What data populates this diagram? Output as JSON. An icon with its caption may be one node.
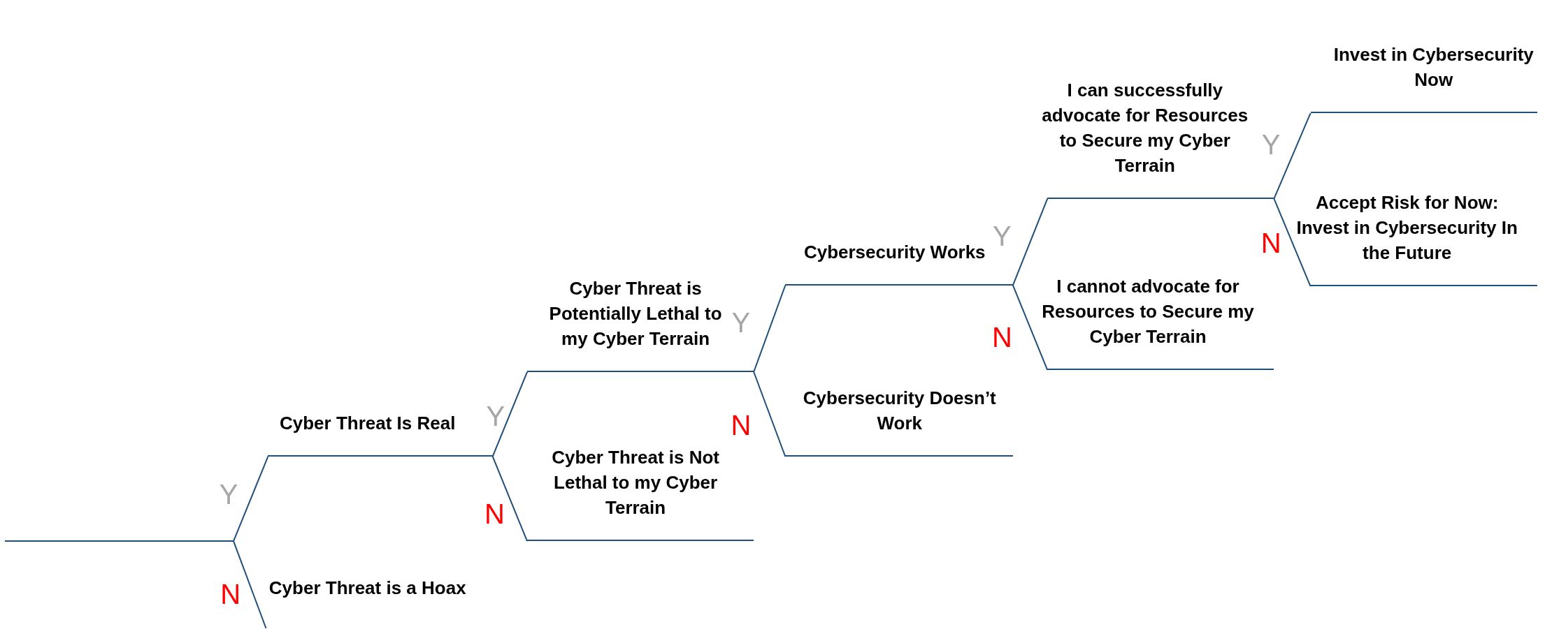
{
  "diagram": {
    "nodes": [
      {
        "text": [],
        "shape": "bar"
      },
      {
        "text": [
          "Cyber Threat Is Real"
        ]
      },
      {
        "text": [
          "Cyber Threat is a Hoax"
        ]
      },
      {
        "text": [
          "Cyber Threat is Potentially Lethal to my Cyber Terrain"
        ]
      },
      {
        "text": [
          "Cyber Threat is Not Lethal to my Cyber Terrain"
        ]
      },
      {
        "text": [
          "Cybersecurity Works"
        ]
      },
      {
        "text": [
          "Cybersecurity Doesn’t Work"
        ]
      },
      {
        "text": [
          "I can successfully advocate for Resources to Secure my Cyber Terrain"
        ]
      },
      {
        "text": [
          "I cannot advocate for Resources to Secure my Cyber Terrain"
        ]
      },
      {
        "text": [
          "Invest in Cybersecurity Now"
        ]
      },
      {
        "text": [
          "Accept Risk for Now: Invest in Cybersecurity In the Future"
        ]
      }
    ],
    "edges": [
      {
        "from": 0,
        "to": 1,
        "arrow": "none",
        "label": "Y"
      },
      {
        "from": 0,
        "to": 2,
        "arrow": "none",
        "label": "N"
      },
      {
        "from": 1,
        "to": 3,
        "arrow": "none",
        "label": "Y"
      },
      {
        "from": 1,
        "to": 4,
        "arrow": "none",
        "label": "N"
      },
      {
        "from": 3,
        "to": 5,
        "arrow": "none",
        "label": "Y"
      },
      {
        "from": 3,
        "to": 6,
        "arrow": "none",
        "label": "N"
      },
      {
        "from": 5,
        "to": 7,
        "arrow": "none",
        "label": "Y"
      },
      {
        "from": 5,
        "to": 8,
        "arrow": "none",
        "label": "N"
      },
      {
        "from": 7,
        "to": 9,
        "arrow": "none",
        "label": "Y"
      },
      {
        "from": 7,
        "to": 10,
        "arrow": "none",
        "label": "N"
      }
    ]
  }
}
